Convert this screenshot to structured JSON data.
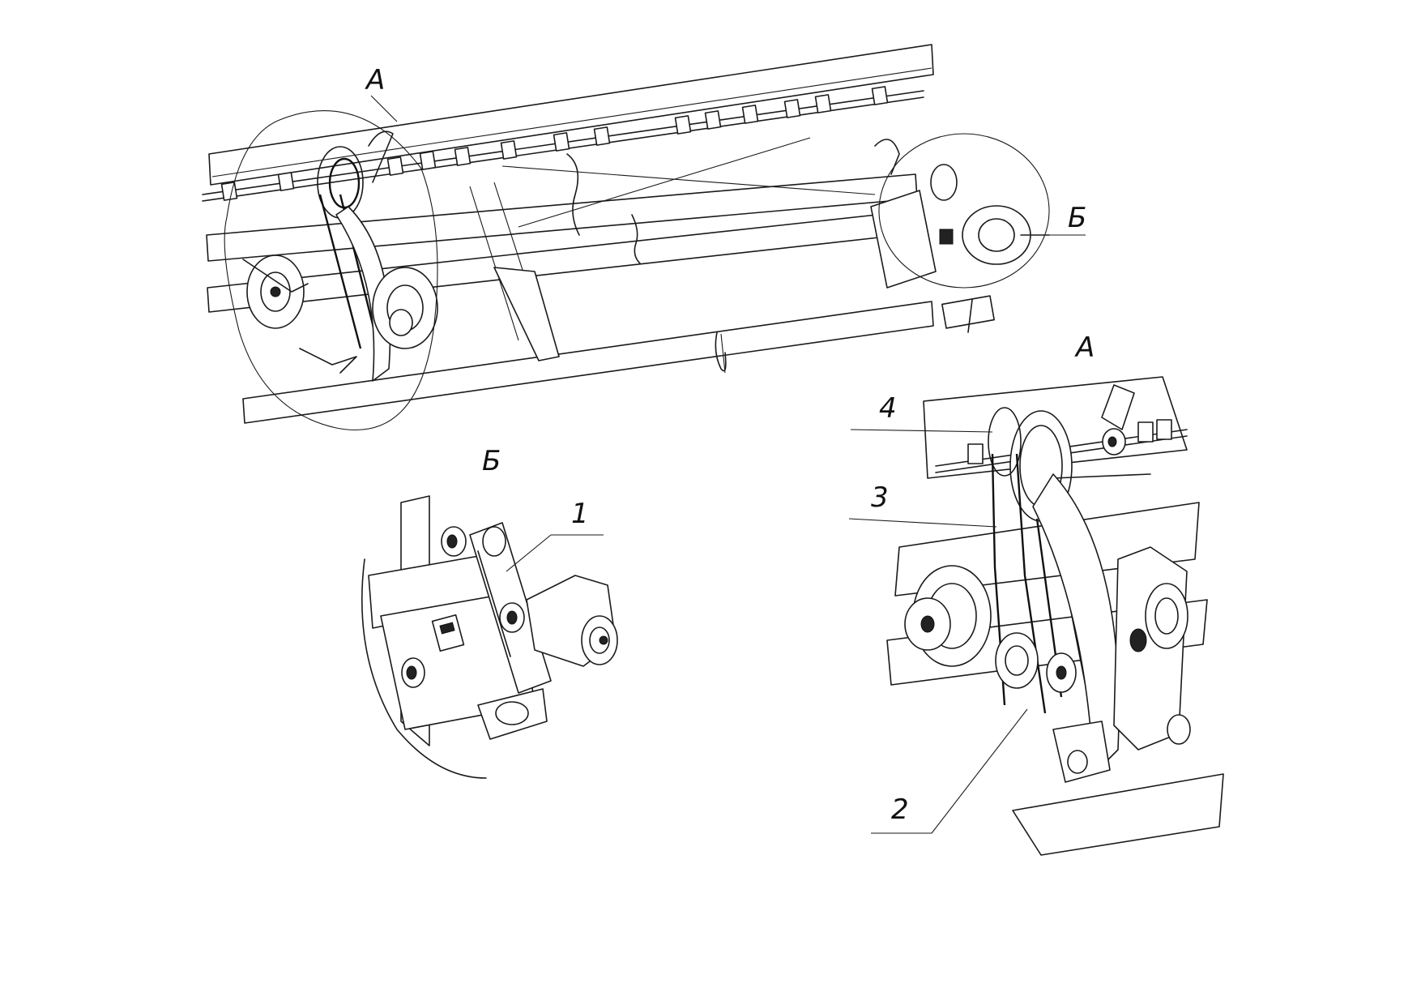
{
  "labels": {
    "view_a_callout": "А",
    "view_b_callout": "Б",
    "view_b_title": "Б",
    "view_a_title": "А",
    "part_1": "1",
    "part_2": "2",
    "part_3": "3",
    "part_4": "4"
  }
}
